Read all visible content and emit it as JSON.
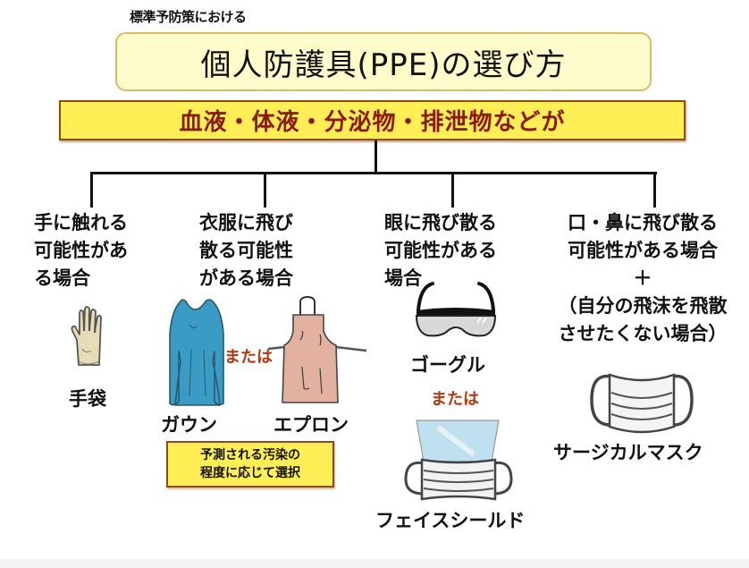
{
  "header": {
    "subtitle": "標準予防策における",
    "title": "個人防護具(PPE)の選び方"
  },
  "banner": {
    "text": "血液・体液・分泌物・排泄物などが"
  },
  "categories": [
    {
      "condition": "手に触れる\n可能性があ\nる場合",
      "items": [
        {
          "label": "手袋",
          "icon": "glove-icon"
        }
      ]
    },
    {
      "condition": "衣服に飛び\n散る可能性\nがある場合",
      "items": [
        {
          "label": "ガウン",
          "icon": "gown-icon"
        },
        {
          "label": "エプロン",
          "icon": "apron-icon"
        }
      ],
      "or_label": "または",
      "note": [
        "予測される汚染の",
        "程度に応じて選択"
      ]
    },
    {
      "condition": "眼に飛び散る\n可能性がある\n場合",
      "items": [
        {
          "label": "ゴーグル",
          "icon": "goggles-icon"
        },
        {
          "label": "フェイスシールド",
          "icon": "face-shield-icon"
        }
      ],
      "or_label": "または"
    },
    {
      "condition": "口・鼻に飛び散る\n可能性がある場合\n＋\n（自分の飛沫を飛散\nさせたくない場合）",
      "items": [
        {
          "label": "サージカルマスク",
          "icon": "surgical-mask-icon"
        }
      ]
    }
  ],
  "colors": {
    "title_bg": "#fffccc",
    "title_border": "#d8b86a",
    "banner_bg": "#ffee55",
    "banner_border": "#8a4a1a",
    "banner_text": "#8b1a0e",
    "or_text": "#b03a10",
    "gown": "#3a9bc4",
    "apron": "#e2b1a0",
    "glove": "#e6dcb8"
  }
}
